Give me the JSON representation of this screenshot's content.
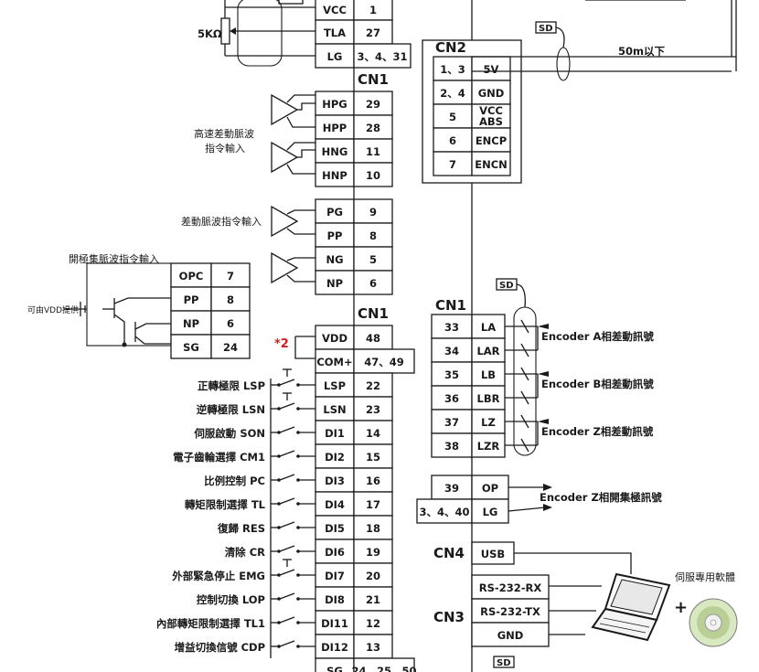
{
  "cn1_top_header": "CN1",
  "cn1_mid_header": "CN1",
  "cn1_right_header": "CN1",
  "cn2_header": "CN2",
  "cn4_header": "CN4",
  "cn3_header": "CN3",
  "resistor_label": "5KΩ",
  "cable_label": "50m以下",
  "vdd_source_label": "可由VDD提供",
  "note_marker": "*2",
  "highspeed_pulse_label_1": "高速差動脈波",
  "highspeed_pulse_label_2": "指令輸入",
  "diff_pulse_label": "差動脈波指令輸入",
  "open_collector_label": "開極集脈波指令輸入",
  "software_label": "伺服專用軟體",
  "sd_label": "SD",
  "top_rows": [
    {
      "sig": "VCC",
      "pin": "1"
    },
    {
      "sig": "TLA",
      "pin": "27"
    },
    {
      "sig": "LG",
      "pin": "3、4、31"
    }
  ],
  "pulse_rows": [
    {
      "sig": "HPG",
      "pin": "29"
    },
    {
      "sig": "HPP",
      "pin": "28"
    },
    {
      "sig": "HNG",
      "pin": "11"
    },
    {
      "sig": "HNP",
      "pin": "10"
    },
    {
      "sig": "PG",
      "pin": "9"
    },
    {
      "sig": "PP",
      "pin": "8"
    },
    {
      "sig": "NG",
      "pin": "5"
    },
    {
      "sig": "NP",
      "pin": "6"
    }
  ],
  "oc_rows": [
    {
      "sig": "OPC",
      "pin": "7"
    },
    {
      "sig": "PP",
      "pin": "8"
    },
    {
      "sig": "NP",
      "pin": "6"
    },
    {
      "sig": "SG",
      "pin": "24"
    }
  ],
  "di_rows": [
    {
      "sig": "VDD",
      "pin": "48",
      "label": ""
    },
    {
      "sig": "COM+",
      "pin": "47、49",
      "label": ""
    },
    {
      "sig": "LSP",
      "pin": "22",
      "label": "正轉極限 LSP"
    },
    {
      "sig": "LSN",
      "pin": "23",
      "label": "逆轉極限 LSN"
    },
    {
      "sig": "DI1",
      "pin": "14",
      "label": "伺服啟動 SON"
    },
    {
      "sig": "DI2",
      "pin": "15",
      "label": "電子齒輪選擇 CM1"
    },
    {
      "sig": "DI3",
      "pin": "16",
      "label": "比例控制 PC"
    },
    {
      "sig": "DI4",
      "pin": "17",
      "label": "轉矩限制選擇 TL"
    },
    {
      "sig": "DI5",
      "pin": "18",
      "label": "復歸 RES"
    },
    {
      "sig": "DI6",
      "pin": "19",
      "label": "清除 CR"
    },
    {
      "sig": "DI7",
      "pin": "20",
      "label": "外部緊急停止 EMG"
    },
    {
      "sig": "DI8",
      "pin": "21",
      "label": "控制切換 LOP"
    },
    {
      "sig": "DI11",
      "pin": "12",
      "label": "內部轉矩限制選擇 TL1"
    },
    {
      "sig": "DI12",
      "pin": "13",
      "label": "增益切換信號 CDP"
    },
    {
      "sig": "SG",
      "pin": "24、25、50",
      "label": ""
    }
  ],
  "cn2_rows": [
    {
      "pin": "1、3",
      "sig": "5V"
    },
    {
      "pin": "2、4",
      "sig": "GND"
    },
    {
      "pin": "5",
      "sig": "VCC ABS"
    },
    {
      "pin": "6",
      "sig": "ENCP"
    },
    {
      "pin": "7",
      "sig": "ENCN"
    }
  ],
  "enc_rows": [
    {
      "pin": "33",
      "sig": "LA"
    },
    {
      "pin": "34",
      "sig": "LAR"
    },
    {
      "pin": "35",
      "sig": "LB"
    },
    {
      "pin": "36",
      "sig": "LBR"
    },
    {
      "pin": "37",
      "sig": "LZ"
    },
    {
      "pin": "38",
      "sig": "LZR"
    }
  ],
  "enc_labels": [
    "Encoder A相差動訊號",
    "Encoder B相差動訊號",
    "Encoder Z相差動訊號"
  ],
  "oz_rows": [
    {
      "pin": "39",
      "sig": "OP"
    },
    {
      "pin": "3、4、40",
      "sig": "LG"
    }
  ],
  "oz_label": "Encoder Z相開集極訊號",
  "cn4_rows": [
    {
      "sig": "USB"
    }
  ],
  "cn3_rows": [
    {
      "sig": "RS-232-RX"
    },
    {
      "sig": "RS-232-TX"
    },
    {
      "sig": "GND"
    }
  ]
}
